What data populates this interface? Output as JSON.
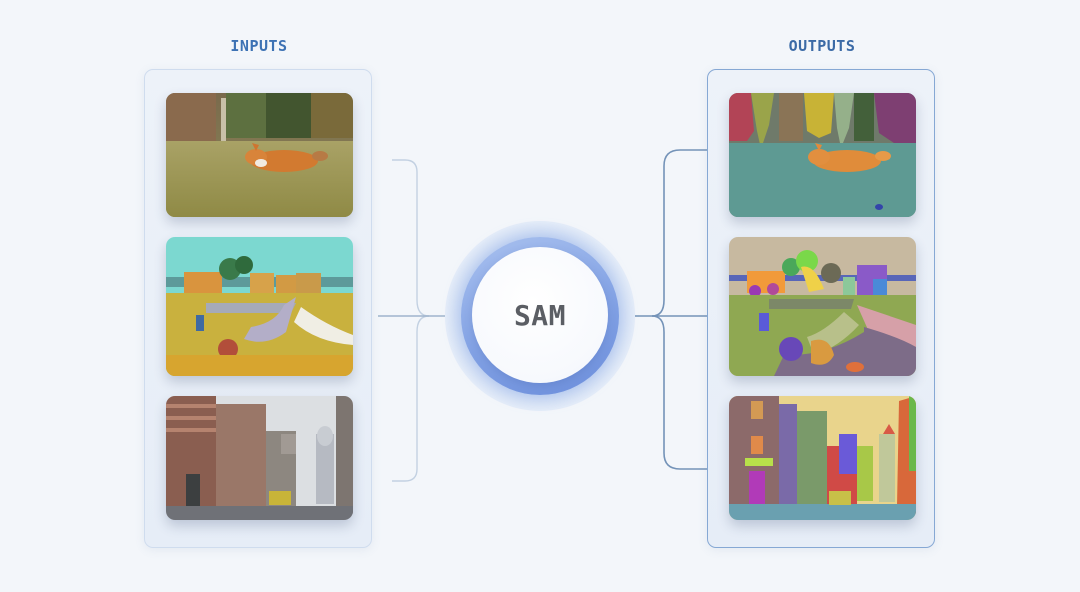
{
  "inputs": {
    "title": "INPUTS",
    "images": [
      {
        "subject": "corgi running on grass field",
        "type": "photo"
      },
      {
        "subject": "impressionist painting of farmhouse and stone wall",
        "type": "painting"
      },
      {
        "subject": "city street with buildings and domed tower",
        "type": "photo"
      }
    ]
  },
  "model": {
    "label": "SAM",
    "ring_color": "#7f9fe3"
  },
  "outputs": {
    "title": "OUTPUTS",
    "images": [
      {
        "subject": "segmented corgi running on grass field",
        "type": "segmentation-mask"
      },
      {
        "subject": "segmented farmhouse painting",
        "type": "segmentation-mask"
      },
      {
        "subject": "segmented city street",
        "type": "segmentation-mask"
      }
    ]
  },
  "colors": {
    "background": "#f3f6fa",
    "title_blue": "#3d72b4",
    "output_border": "#86a8d4",
    "input_border": "#cfdcee",
    "connector_out": "#6f8fb5",
    "connector_in": "#b9c9dc"
  }
}
